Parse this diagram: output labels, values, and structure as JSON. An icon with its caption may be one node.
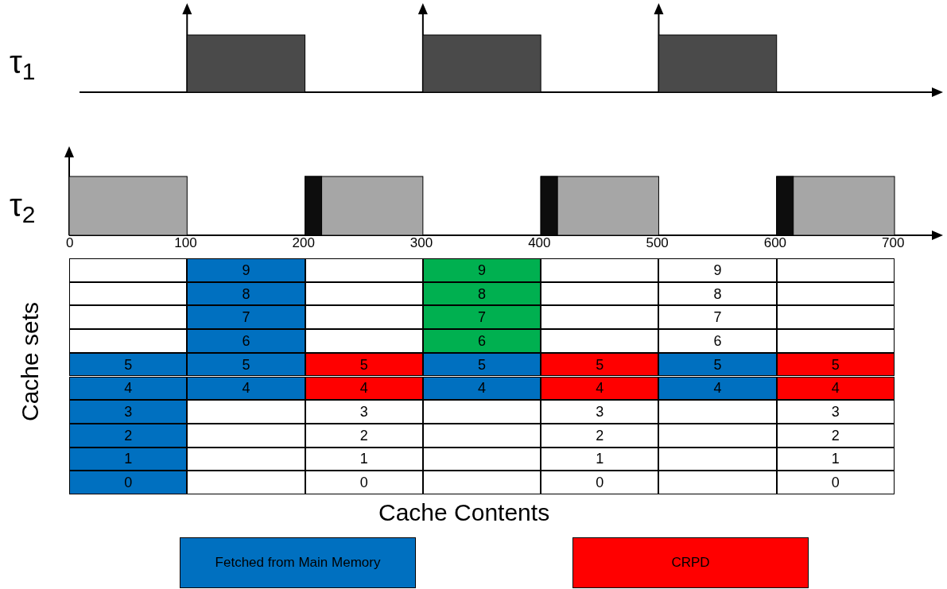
{
  "diagram": {
    "nodes": [
      {
        "text": [],
        "shape": "box"
      },
      {
        "text": [
          "9"
        ]
      },
      {
        "text": [],
        "shape": "box"
      },
      {
        "text": [
          "9"
        ]
      },
      {
        "text": [],
        "shape": "box"
      },
      {
        "text": [
          "9"
        ]
      },
      {
        "text": [],
        "shape": "box"
      },
      {
        "text": [],
        "shape": "box"
      },
      {
        "text": [
          "8"
        ]
      },
      {
        "text": [],
        "shape": "box"
      },
      {
        "text": [
          "8"
        ]
      },
      {
        "text": [],
        "shape": "box"
      },
      {
        "text": [
          "8"
        ]
      },
      {
        "text": [],
        "shape": "box"
      },
      {
        "text": [],
        "shape": "box"
      },
      {
        "text": [
          "7"
        ]
      },
      {
        "text": [],
        "shape": "box"
      },
      {
        "text": [
          "7"
        ]
      },
      {
        "text": [],
        "shape": "box"
      },
      {
        "text": [
          "7"
        ]
      },
      {
        "text": [],
        "shape": "box"
      },
      {
        "text": [],
        "shape": "box"
      },
      {
        "text": [
          "6"
        ]
      },
      {
        "text": [],
        "shape": "box"
      },
      {
        "text": [
          "6"
        ]
      },
      {
        "text": [],
        "shape": "box"
      },
      {
        "text": [
          "6"
        ]
      },
      {
        "text": [],
        "shape": "box"
      },
      {
        "text": [
          "5"
        ]
      },
      {
        "text": [
          "5"
        ]
      },
      {
        "text": [
          "5"
        ]
      },
      {
        "text": [
          "5"
        ]
      },
      {
        "text": [
          "5"
        ]
      },
      {
        "text": [
          "5"
        ]
      },
      {
        "text": [
          "5"
        ]
      },
      {
        "text": [
          "4"
        ]
      },
      {
        "text": [
          "4"
        ]
      },
      {
        "text": [
          "4"
        ]
      },
      {
        "text": [
          "4"
        ]
      },
      {
        "text": [
          "4"
        ]
      },
      {
        "text": [
          "4"
        ]
      },
      {
        "text": [
          "4"
        ]
      },
      {
        "text": [
          "3"
        ]
      },
      {
        "text": [],
        "shape": "box"
      },
      {
        "text": [
          "3"
        ]
      },
      {
        "text": [],
        "shape": "box"
      },
      {
        "text": [
          "3"
        ]
      },
      {
        "text": [],
        "shape": "box"
      },
      {
        "text": [
          "3"
        ]
      },
      {
        "text": [
          "2"
        ]
      },
      {
        "text": [],
        "shape": "box"
      },
      {
        "text": [
          "2"
        ]
      },
      {
        "text": [],
        "shape": "box"
      },
      {
        "text": [
          "2"
        ]
      },
      {
        "text": [],
        "shape": "box"
      },
      {
        "text": [
          "2"
        ]
      },
      {
        "text": [
          "1"
        ]
      },
      {
        "text": [],
        "shape": "box"
      },
      {
        "text": [
          "1"
        ]
      },
      {
        "text": [],
        "shape": "box"
      },
      {
        "text": [
          "1"
        ]
      },
      {
        "text": [],
        "shape": "box"
      },
      {
        "text": [
          "1"
        ]
      },
      {
        "text": [
          "0"
        ]
      },
      {
        "text": [],
        "shape": "box"
      },
      {
        "text": [
          "0"
        ]
      },
      {
        "text": [],
        "shape": "box"
      },
      {
        "text": [
          "0"
        ]
      },
      {
        "text": [],
        "shape": "box"
      },
      {
        "text": [
          "0"
        ]
      }
    ],
    "labels": [
      "τ$_{1}$",
      "τ$_{2}$",
      "0",
      "100",
      "200",
      "300",
      "400",
      "500",
      "600",
      "700",
      "Cache sets",
      "Cache Contents"
    ],
    "legend": [
      {
        "text": "Fetched from Main Memory",
        "color": "#0070c0"
      },
      {
        "text": "CRPD",
        "color": "#ff0000"
      }
    ]
  }
}
